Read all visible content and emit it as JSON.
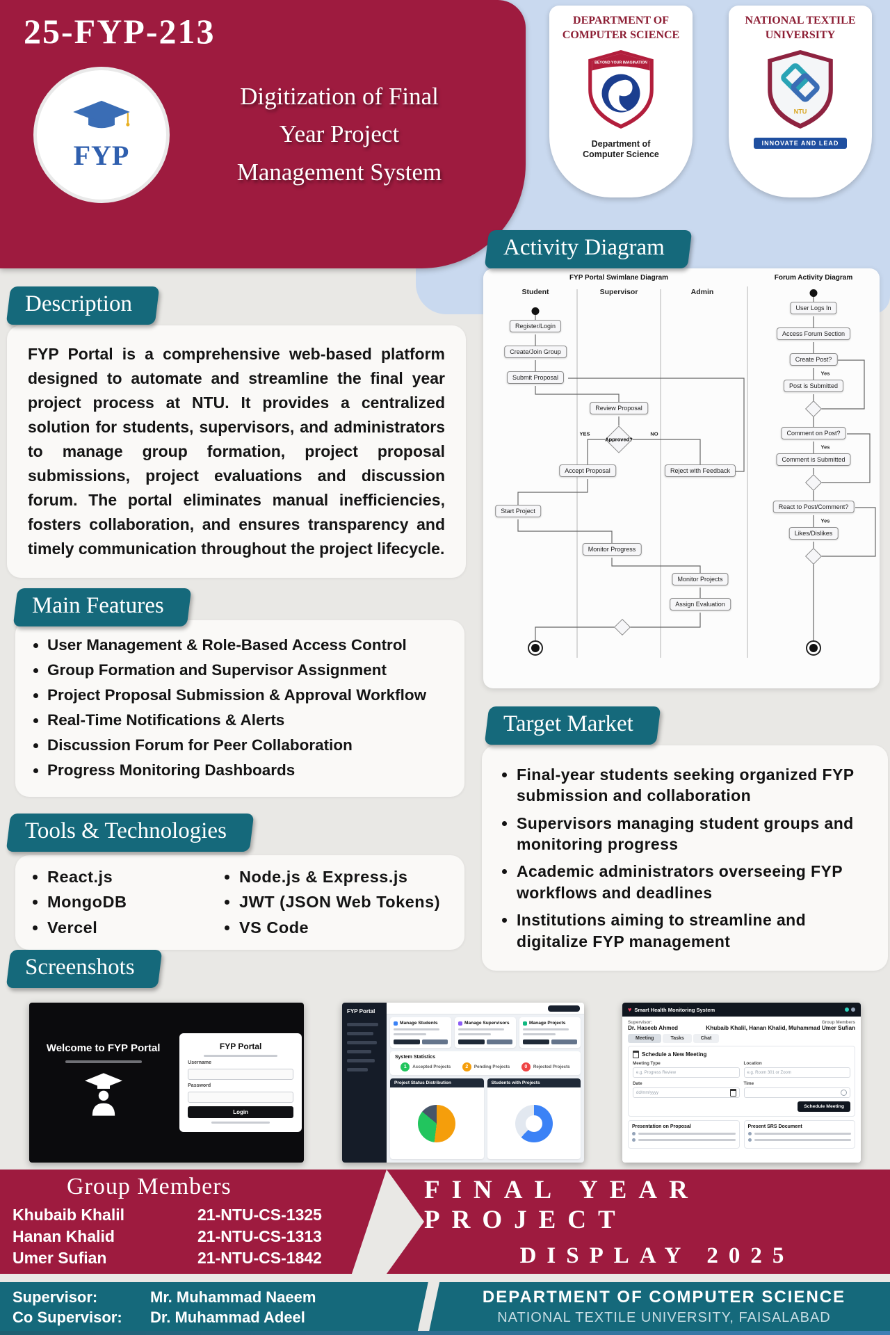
{
  "colors": {
    "maroon": "#9e1b3f",
    "teal": "#15697b",
    "light_blue": "#c9d9ef",
    "page_bg": "#e9e8e5"
  },
  "header": {
    "project_id": "25-FYP-213",
    "title_line1": "Digitization of Final",
    "title_line2": "Year Project",
    "title_line3": "Management System",
    "logo_text": "FYP"
  },
  "logos": {
    "dept_title1": "DEPARTMENT OF",
    "dept_title2": "COMPUTER SCIENCE",
    "dept_ribbon": "BEYOND YOUR IMAGINATION",
    "dept_caption1": "Department of",
    "dept_caption2": "Computer Science",
    "ntu_title1": "NATIONAL TEXTILE",
    "ntu_title2": "UNIVERSITY",
    "ntu_monogram": "NTU",
    "ntu_ribbon": "INNOVATE AND LEAD"
  },
  "description": {
    "heading": "Description",
    "body": "FYP Portal is a comprehensive web-based platform designed to automate and streamline the final year project process at NTU. It provides a centralized solution for students, supervisors, and administrators to manage group formation, project proposal submissions, project evaluations and discussion forum. The portal eliminates manual inefficiencies, fosters collaboration, and ensures transparency and timely communication throughout the project lifecycle."
  },
  "main_features": {
    "heading": "Main Features",
    "items": [
      "User Management & Role-Based Access Control",
      "Group Formation and Supervisor Assignment",
      "Project Proposal Submission & Approval Workflow",
      "Real-Time Notifications & Alerts",
      "Discussion Forum for Peer Collaboration",
      "Progress Monitoring Dashboards"
    ]
  },
  "tools": {
    "heading": "Tools & Technologies",
    "col1": [
      "React.js",
      "MongoDB",
      "Vercel"
    ],
    "col2": [
      "Node.js & Express.js",
      "JWT (JSON Web Tokens)",
      "VS Code"
    ]
  },
  "activity": {
    "heading": "Activity Diagram",
    "swimlane_title": "FYP Portal Swimlane Diagram",
    "lane1": "Student",
    "lane2": "Supervisor",
    "lane3": "Admin",
    "n_register": "Register/Login",
    "n_create_group": "Create/Join Group",
    "n_submit": "Submit Proposal",
    "n_review": "Review Proposal",
    "n_approved": "Approved?",
    "n_yes": "YES",
    "n_no": "NO",
    "n_accept": "Accept Proposal",
    "n_reject": "Reject with Feedback",
    "n_start": "Start Project",
    "n_monitor_progress": "Monitor Progress",
    "n_monitor_projects": "Monitor Projects",
    "n_assign_eval": "Assign Evaluation",
    "forum_title": "Forum Activity Diagram",
    "f_login": "User Logs In",
    "f_access": "Access Forum Section",
    "f_create": "Create Post?",
    "f_yes": "Yes",
    "f_post": "Post is Submitted",
    "f_comment_q": "Comment on Post?",
    "f_comment": "Comment is Submitted",
    "f_react_q": "React to Post/Comment?",
    "f_likes": "Likes/Dislikes"
  },
  "target_market": {
    "heading": "Target Market",
    "items": [
      "Final-year students seeking organized FYP submission and collaboration",
      "Supervisors managing student groups and monitoring progress",
      "Academic administrators overseeing FYP workflows and deadlines",
      "Institutions aiming to streamline and digitalize FYP management"
    ]
  },
  "screenshots": {
    "heading": "Screenshots",
    "login": {
      "welcome": "Welcome to FYP Portal",
      "card_title": "FYP Portal",
      "username_label": "Username",
      "password_label": "Password",
      "button": "Login"
    },
    "dashboard": {
      "sidebar_title": "FYP Portal",
      "card1": "Manage Students",
      "card2": "Manage Supervisors",
      "card3": "Manage Projects",
      "stats_title": "System Statistics",
      "stat1_label": "Accepted Projects",
      "stat1_value": "1",
      "stat2_label": "Pending Projects",
      "stat2_value": "2",
      "stat3_label": "Rejected Projects",
      "stat3_value": "0",
      "chart1_title": "Project Status Distribution",
      "chart2_title": "Students with Projects"
    },
    "meetings": {
      "titlebar": "Smart Health Monitoring System",
      "supervisor_label": "Supervisor:",
      "supervisor_name": "Dr. Haseeb Ahmed",
      "members_label": "Group Members",
      "members": "Khubaib Khalil, Hanan Khalid, Muhammad Umer Sufian",
      "tab1": "Meeting",
      "tab2": "Tasks",
      "tab3": "Chat",
      "form_title": "Schedule a New Meeting",
      "field1": "Meeting Type",
      "field1_ph": "e.g. Progress Review",
      "field2": "Location",
      "field2_ph": "e.g. Room 301 or Zoom",
      "field3": "Date",
      "field3_ph": "dd/mm/yyyy",
      "field4": "Time",
      "submit": "Schedule Meeting",
      "panel1": "Presentation on Proposal",
      "panel2": "Present SRS Document"
    }
  },
  "group_members": {
    "heading": "Group Members",
    "members": [
      {
        "name": "Khubaib Khalil",
        "id": "21-NTU-CS-1325"
      },
      {
        "name": "Hanan Khalid",
        "id": "21-NTU-CS-1313"
      },
      {
        "name": "Umer Sufian",
        "id": "21-NTU-CS-1842"
      }
    ]
  },
  "supervision": {
    "supervisor_label": "Supervisor:",
    "supervisor_name": "Mr. Muhammad Naeem",
    "co_label": "Co Supervisor:",
    "co_name": "Dr. Muhammad Adeel"
  },
  "banner": {
    "line1": "FINAL YEAR PROJECT",
    "line2": "DISPLAY 2025"
  },
  "footer": {
    "line1": "DEPARTMENT OF COMPUTER SCIENCE",
    "line2": "NATIONAL TEXTILE UNIVERSITY, FAISALABAD"
  }
}
